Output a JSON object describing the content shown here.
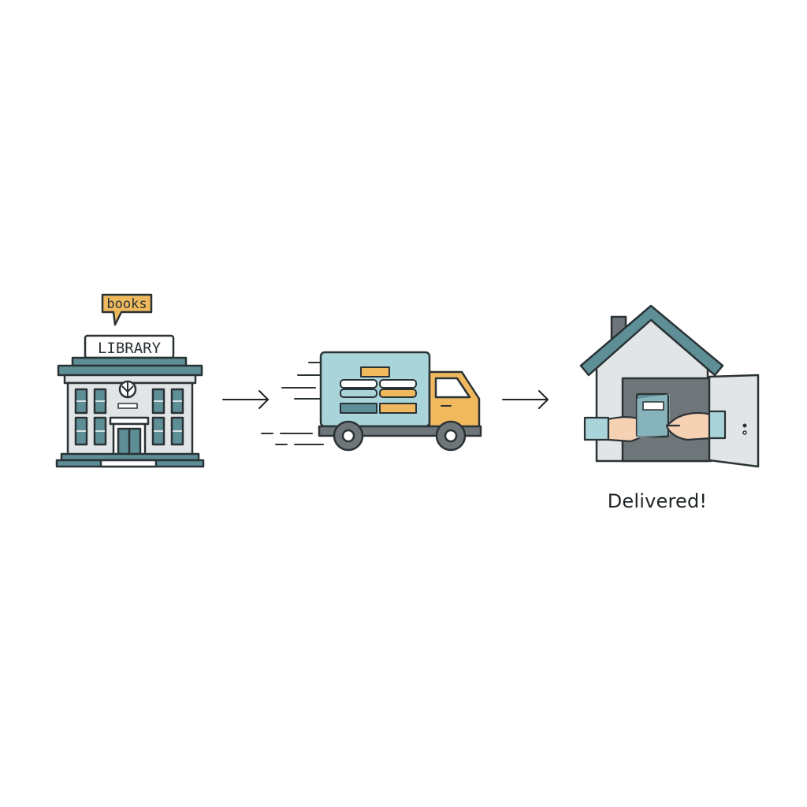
{
  "library": {
    "sign": "LIBRARY",
    "bubble": "books"
  },
  "delivery": {
    "caption": "Delivered!"
  },
  "colors": {
    "outline": "#2a3236",
    "teal": "#5e8f96",
    "teal_light": "#a9d4d9",
    "orange": "#f0b95e",
    "wall_gray": "#e2e5e6",
    "gray_dark": "#6f7679",
    "skin": "#f6d2b4"
  },
  "icons": [
    "library-building-icon",
    "speech-bubble-icon",
    "delivery-truck-icon",
    "house-icon",
    "hands-book-icon",
    "arrow-right-icon"
  ]
}
